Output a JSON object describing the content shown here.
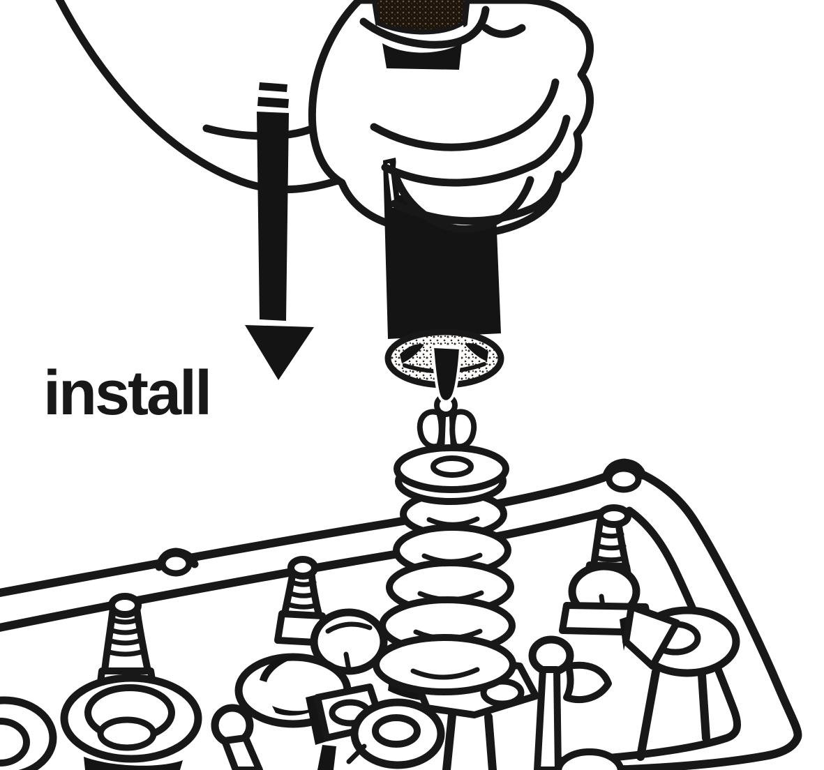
{
  "label": {
    "text": "install"
  },
  "arrow": {
    "direction": "down",
    "style": "solid shaft with dashed tail"
  },
  "icons": {
    "down_arrow_glyph": "▼"
  },
  "colors": {
    "background": "#ffffff",
    "ink": "#181818",
    "tool": "#141414"
  }
}
